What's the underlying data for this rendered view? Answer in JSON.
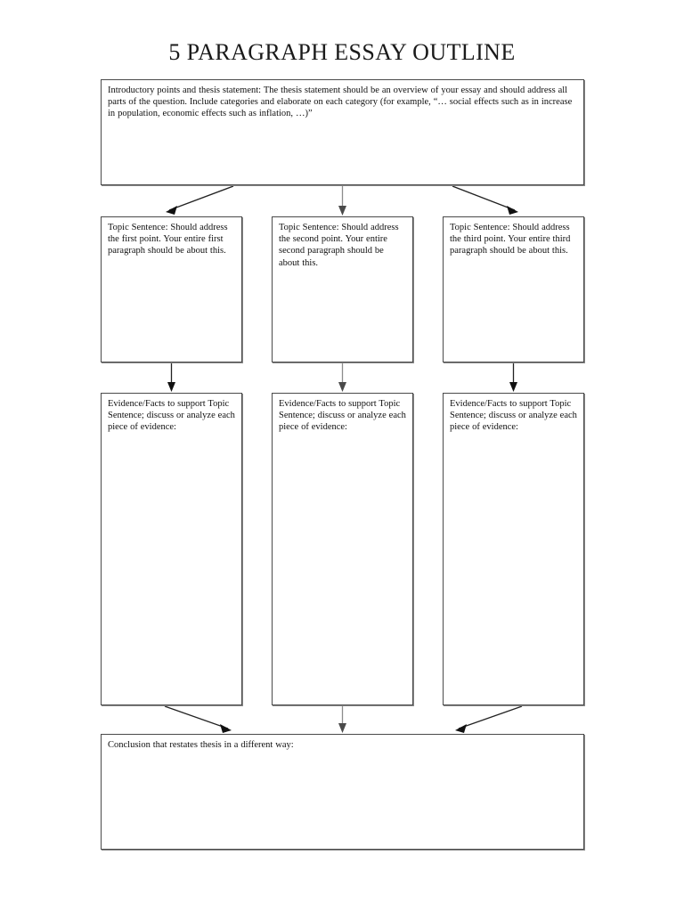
{
  "document": {
    "title": "5 PARAGRAPH ESSAY OUTLINE"
  },
  "intro": {
    "text": "Introductory points and thesis statement:  The thesis statement should be an overview of your essay and should address all parts of the question. Include categories and elaborate on each category (for example, “… social effects such as in increase in population, economic effects such as inflation, …)”"
  },
  "topic_sentences": [
    {
      "id": "first",
      "text": "Topic Sentence:  Should address the first point.  Your entire first paragraph should be about this."
    },
    {
      "id": "second",
      "text": "Topic Sentence:  Should address the second point.  Your entire second paragraph should be about this."
    },
    {
      "id": "third",
      "text": "Topic Sentence:  Should address the third point.  Your entire third paragraph should be about this."
    }
  ],
  "evidence": [
    {
      "id": "first",
      "text": "Evidence/Facts to support Topic Sentence; discuss or analyze each piece of evidence:"
    },
    {
      "id": "second",
      "text": "Evidence/Facts to support Topic Sentence; discuss or analyze each piece of evidence:"
    },
    {
      "id": "third",
      "text": "Evidence/Facts to support Topic Sentence; discuss or analyze each piece of evidence:"
    }
  ],
  "conclusion": {
    "text": "Conclusion that restates thesis in a different way:"
  },
  "colors": {
    "page_background": "#ffffff",
    "box_border": "#4a4a4a",
    "box_shadow": "#8a8a8a",
    "text": "#101010",
    "title": "#1a1a1a",
    "arrow_dark": "#222222",
    "arrow_grey": "#8c8c8c"
  }
}
